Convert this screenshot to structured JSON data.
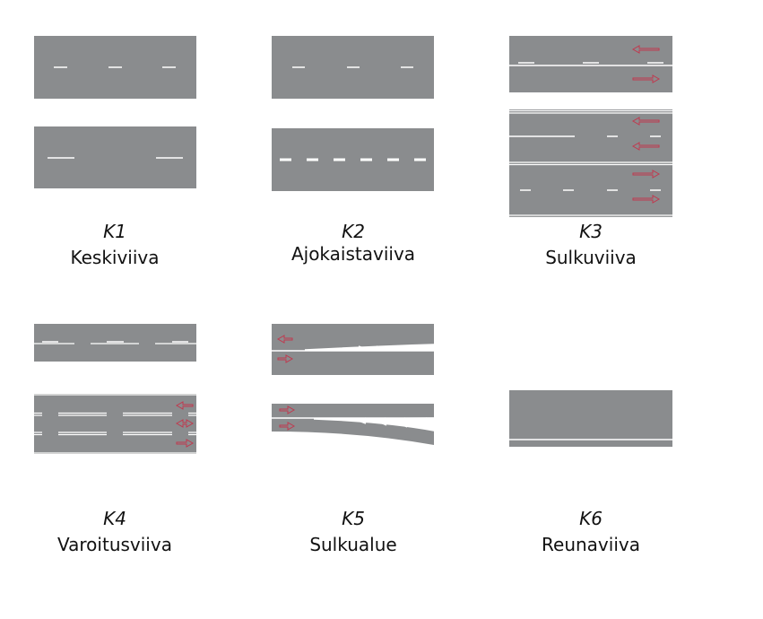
{
  "colors": {
    "road": "#8a8c8e",
    "marking": "#ffffff",
    "arrow": "#c0394f"
  },
  "markings": [
    {
      "code": "K1",
      "name": "Keskiviiva"
    },
    {
      "code": "K2",
      "name": "Ajokaistaviiva"
    },
    {
      "code": "K3",
      "name": "Sulkuviiva"
    },
    {
      "code": "K4",
      "name": "Varoitusviiva"
    },
    {
      "code": "K5",
      "name": "Sulkualue"
    },
    {
      "code": "K6",
      "name": "Reunaviiva"
    }
  ]
}
